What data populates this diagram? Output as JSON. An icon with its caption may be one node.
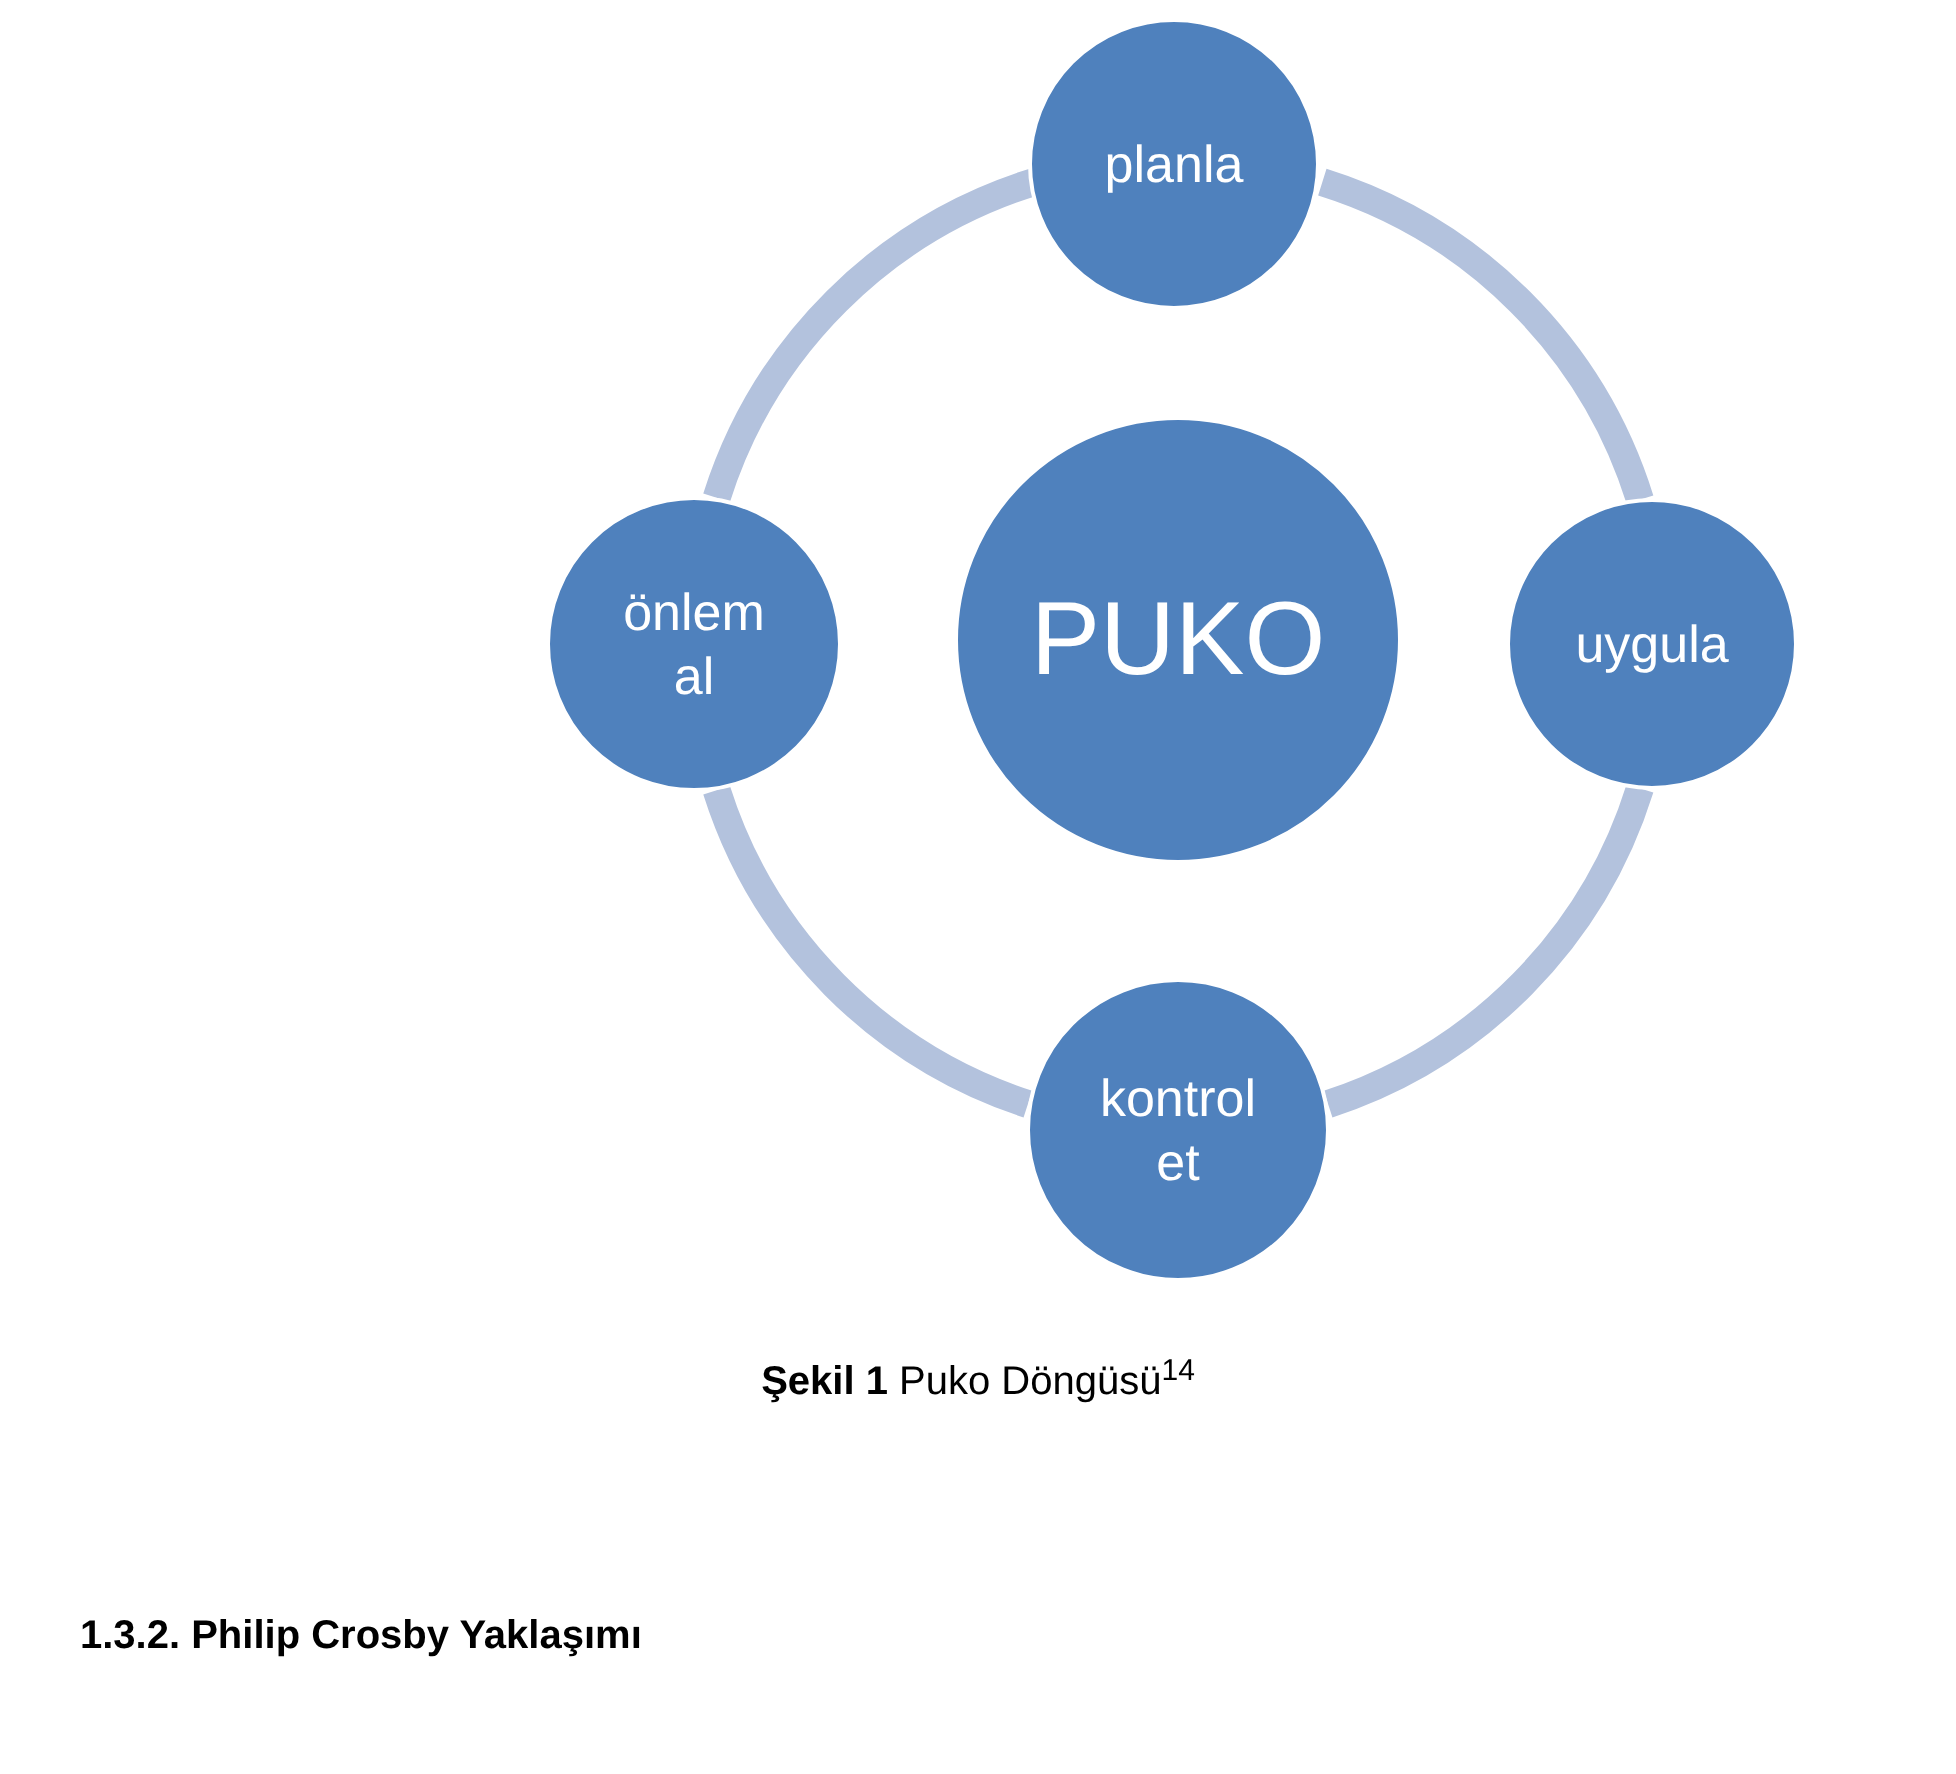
{
  "diagram": {
    "caption": "**Şekil 1** Puko Döngüsü$^{14}$",
    "nodes": [
      {
        "text": [
          "PUKO"
        ]
      },
      {
        "text": [
          "planla"
        ]
      },
      {
        "text": [
          "uygula"
        ]
      },
      {
        "text": [
          "kontrol et"
        ]
      },
      {
        "text": [
          "önlem al"
        ]
      }
    ],
    "edges": [
      {
        "from": 1,
        "to": 2,
        "arrow": "none"
      },
      {
        "from": 2,
        "to": 3,
        "arrow": "none"
      },
      {
        "from": 3,
        "to": 4,
        "arrow": "none"
      },
      {
        "from": 4,
        "to": 1,
        "arrow": "none"
      }
    ],
    "labels": [
      "1.3.2. Philip Crosby Yaklaşımı"
    ]
  }
}
